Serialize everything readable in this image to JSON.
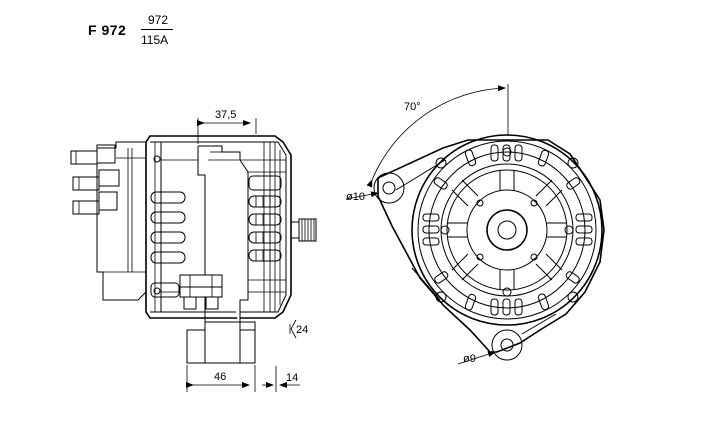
{
  "header": {
    "model": "F 972",
    "ref_number": "972",
    "ampere_rating": "115A"
  },
  "dimensions": {
    "top_width": "37,5",
    "bracket_width": "46",
    "offset": "14",
    "slot": "24",
    "top_hole_dia": "ø10",
    "bottom_hole_dia": "ø9",
    "angle": "70°"
  }
}
